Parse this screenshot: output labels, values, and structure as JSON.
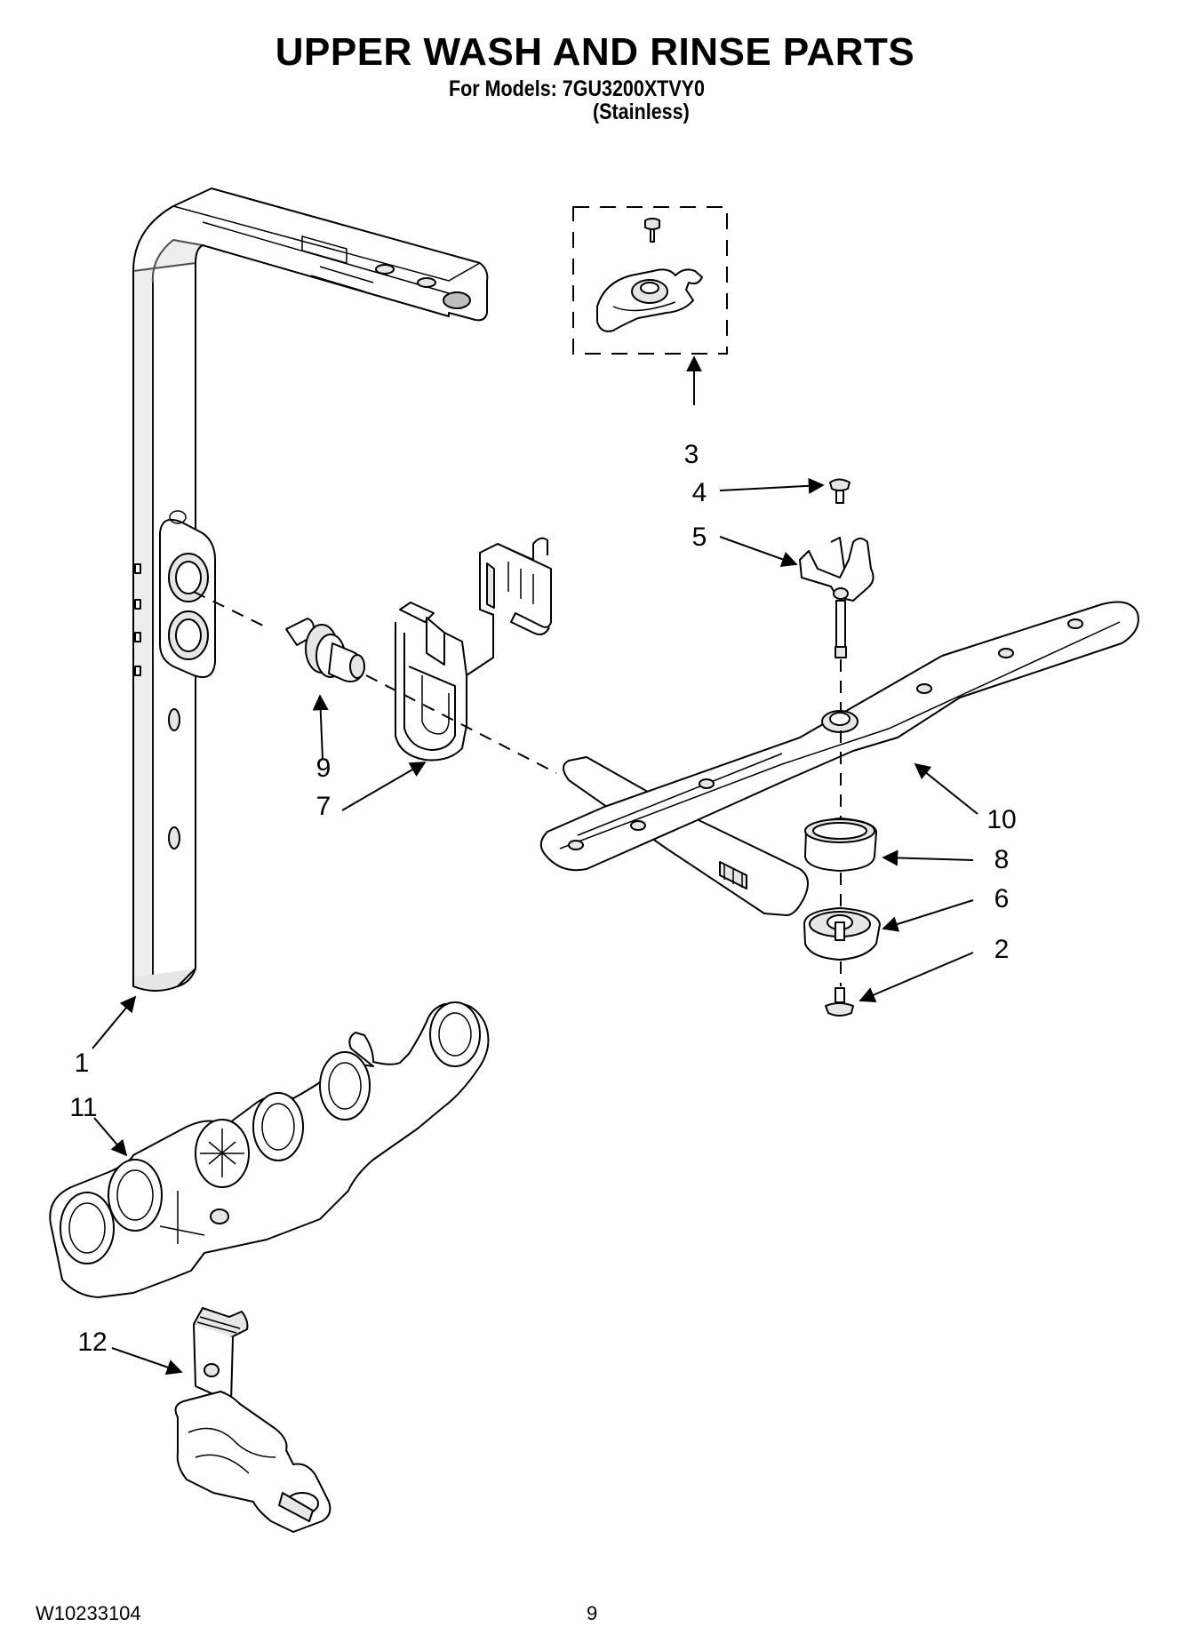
{
  "header": {
    "title": "UPPER WASH AND RINSE PARTS",
    "models_line": "For Models: 7GU3200XTVY0",
    "variant_line": "(Stainless)"
  },
  "callouts": {
    "c1": "1",
    "c2": "2",
    "c3": "3",
    "c4": "4",
    "c5": "5",
    "c6": "6",
    "c7": "7",
    "c8": "8",
    "c9": "9",
    "c10": "10",
    "c11": "11",
    "c12": "12"
  },
  "footer": {
    "doc_number": "W10233104",
    "page_number": "9"
  }
}
